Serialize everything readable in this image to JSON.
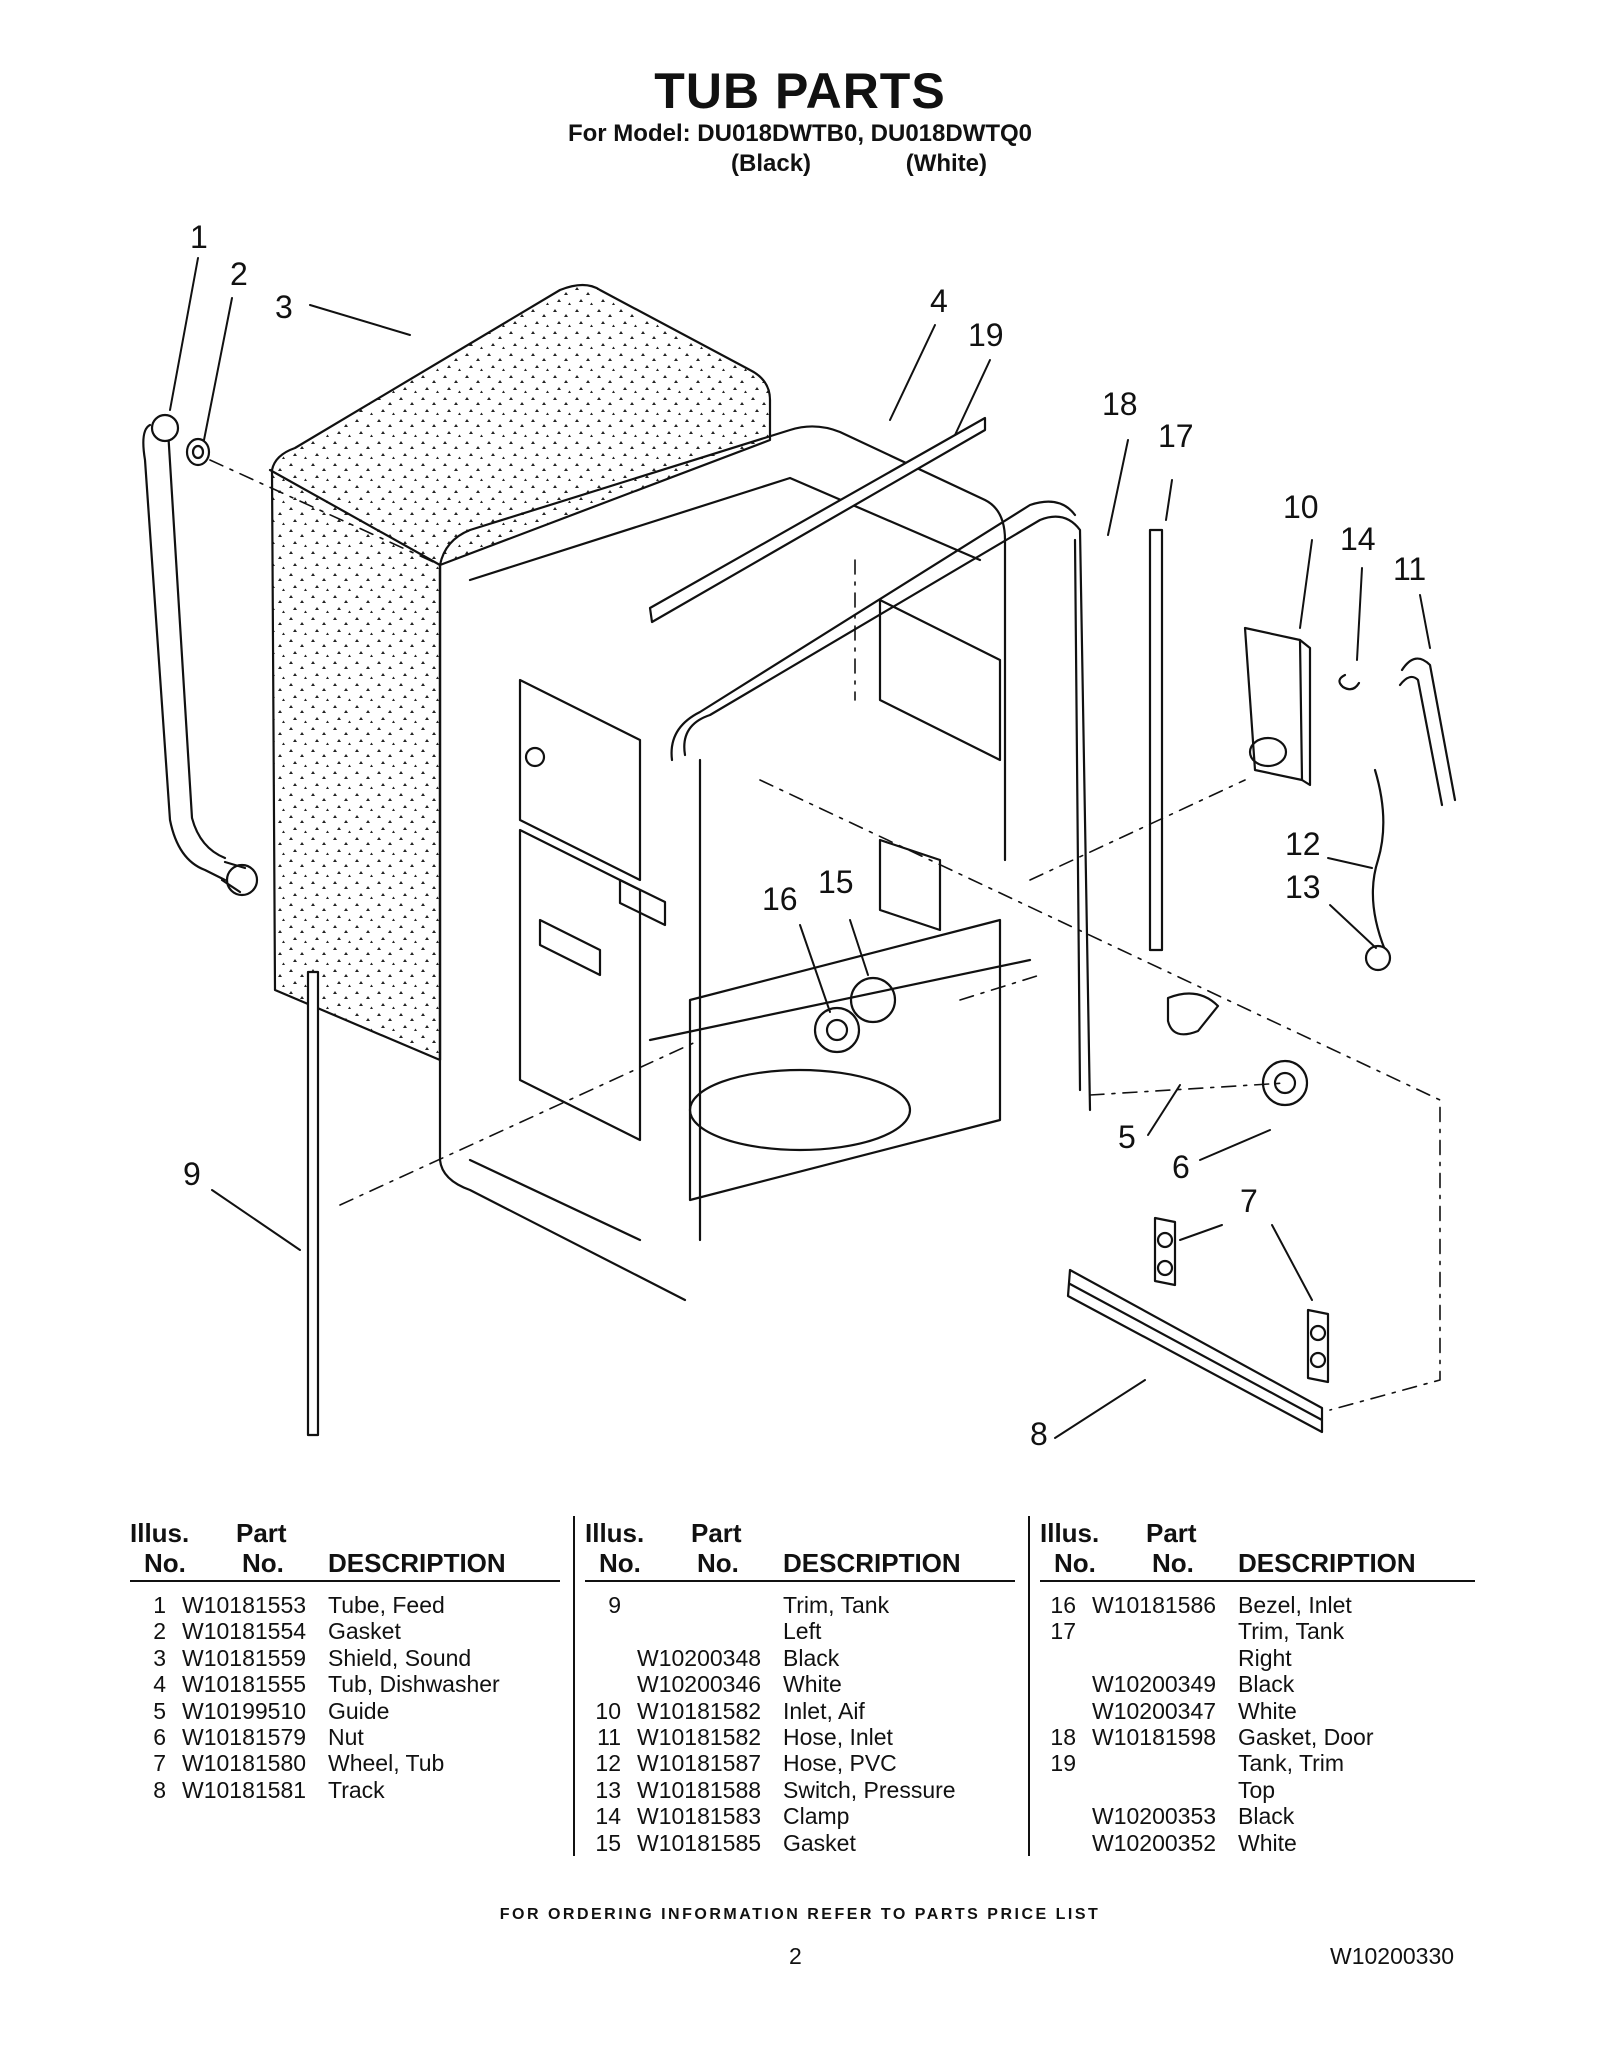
{
  "header": {
    "title": "TUB PARTS",
    "model_line": "For Model: DU018DWTB0, DU018DWTQ0",
    "variant_black": "(Black)",
    "variant_white": "(White)"
  },
  "diagram": {
    "callouts": [
      "1",
      "2",
      "3",
      "4",
      "19",
      "18",
      "17",
      "10",
      "14",
      "11",
      "12",
      "13",
      "16",
      "15",
      "5",
      "6",
      "7",
      "9",
      "8"
    ]
  },
  "table": {
    "head_illus": "Illus.",
    "head_no": "No.",
    "head_part": "Part",
    "head_part_no": "No.",
    "head_description": "DESCRIPTION",
    "columns": [
      {
        "rows": [
          {
            "illus": "1",
            "part": "W10181553",
            "desc": "Tube, Feed"
          },
          {
            "illus": "2",
            "part": "W10181554",
            "desc": "Gasket"
          },
          {
            "illus": "3",
            "part": "W10181559",
            "desc": "Shield, Sound"
          },
          {
            "illus": "4",
            "part": "W10181555",
            "desc": "Tub, Dishwasher"
          },
          {
            "illus": "5",
            "part": "W10199510",
            "desc": "Guide"
          },
          {
            "illus": "6",
            "part": "W10181579",
            "desc": "Nut"
          },
          {
            "illus": "7",
            "part": "W10181580",
            "desc": "Wheel, Tub"
          },
          {
            "illus": "8",
            "part": "W10181581",
            "desc": "Track"
          }
        ]
      },
      {
        "rows": [
          {
            "illus": "9",
            "part": "",
            "desc": "Trim, Tank"
          },
          {
            "illus": "",
            "part": "",
            "desc": "Left"
          },
          {
            "illus": "",
            "part": "W10200348",
            "desc": "Black"
          },
          {
            "illus": "",
            "part": "W10200346",
            "desc": "White"
          },
          {
            "illus": "10",
            "part": "W10181582",
            "desc": "Inlet, Aif"
          },
          {
            "illus": "11",
            "part": "W10181582",
            "desc": "Hose, Inlet"
          },
          {
            "illus": "12",
            "part": "W10181587",
            "desc": "Hose, PVC"
          },
          {
            "illus": "13",
            "part": "W10181588",
            "desc": "Switch, Pressure"
          },
          {
            "illus": "14",
            "part": "W10181583",
            "desc": "Clamp"
          },
          {
            "illus": "15",
            "part": "W10181585",
            "desc": "Gasket"
          }
        ]
      },
      {
        "rows": [
          {
            "illus": "16",
            "part": "W10181586",
            "desc": "Bezel, Inlet"
          },
          {
            "illus": "17",
            "part": "",
            "desc": "Trim, Tank"
          },
          {
            "illus": "",
            "part": "",
            "desc": "Right"
          },
          {
            "illus": "",
            "part": "W10200349",
            "desc": "Black"
          },
          {
            "illus": "",
            "part": "W10200347",
            "desc": "White"
          },
          {
            "illus": "18",
            "part": "W10181598",
            "desc": "Gasket, Door"
          },
          {
            "illus": "19",
            "part": "",
            "desc": "Tank, Trim"
          },
          {
            "illus": "",
            "part": "",
            "desc": "Top"
          },
          {
            "illus": "",
            "part": "W10200353",
            "desc": "Black"
          },
          {
            "illus": "",
            "part": "W10200352",
            "desc": "White"
          }
        ]
      }
    ]
  },
  "footer": {
    "note": "FOR ORDERING INFORMATION REFER TO PARTS PRICE LIST",
    "page": "2",
    "doc_number": "W10200330"
  }
}
